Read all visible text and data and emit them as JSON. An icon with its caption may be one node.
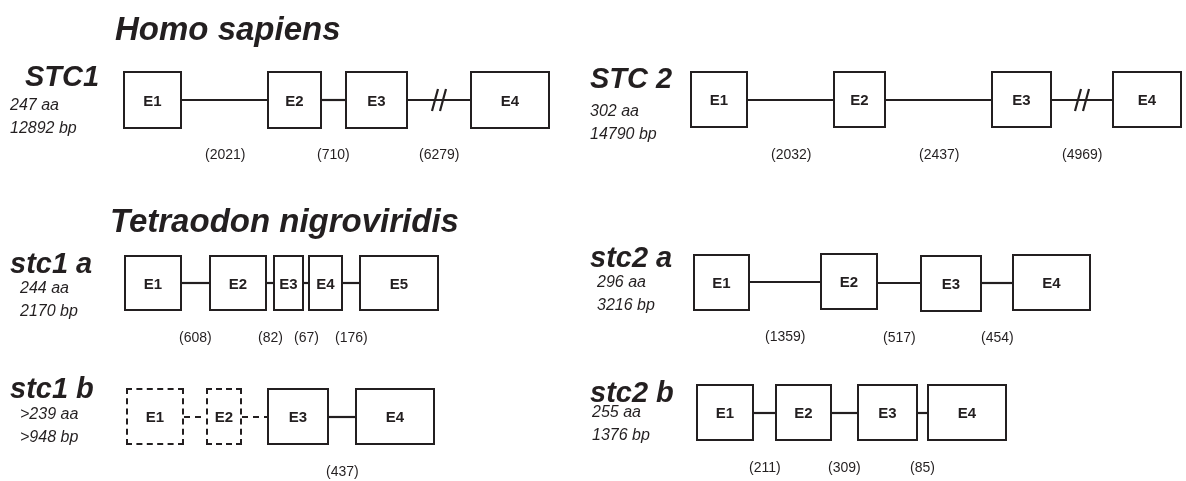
{
  "diagram": {
    "nodes": [
      {
        "text": [
          "E1"
        ]
      },
      {
        "text": [
          "E2"
        ]
      },
      {
        "text": [
          "E3"
        ]
      },
      {
        "text": [
          "E4"
        ]
      },
      {
        "text": [
          "E1"
        ]
      },
      {
        "text": [
          "E2"
        ]
      },
      {
        "text": [
          "E3"
        ]
      },
      {
        "text": [
          "E4"
        ]
      },
      {
        "text": [
          "E1"
        ]
      },
      {
        "text": [
          "E2"
        ]
      },
      {
        "text": [
          "E3"
        ]
      },
      {
        "text": [
          "E4"
        ]
      },
      {
        "text": [
          "E5"
        ]
      },
      {
        "text": [
          "E1"
        ]
      },
      {
        "text": [
          "E2"
        ]
      },
      {
        "text": [
          "E3"
        ]
      },
      {
        "text": [
          "E4"
        ]
      },
      {
        "text": [
          "E1"
        ]
      },
      {
        "text": [
          "E2"
        ]
      },
      {
        "text": [
          "E3"
        ]
      },
      {
        "text": [
          "E4"
        ]
      },
      {
        "text": [
          "E1"
        ]
      },
      {
        "text": [
          "E2"
        ]
      },
      {
        "text": [
          "E3"
        ]
      },
      {
        "text": [
          "E4"
        ]
      }
    ],
    "edges": [
      {
        "from": 0,
        "to": 1,
        "arrow": "none",
        "label": "(2021)"
      },
      {
        "from": 1,
        "to": 2,
        "arrow": "none",
        "label": "(710)"
      },
      {
        "from": 2,
        "to": 3,
        "arrow": "none",
        "label": "(6279)"
      },
      {
        "from": 4,
        "to": 5,
        "arrow": "none",
        "label": "(2032)"
      },
      {
        "from": 5,
        "to": 6,
        "arrow": "none",
        "label": "(2437)"
      },
      {
        "from": 6,
        "to": 7,
        "arrow": "none",
        "label": "(4969)"
      },
      {
        "from": 8,
        "to": 9,
        "arrow": "none",
        "label": "(608)"
      },
      {
        "from": 9,
        "to": 10,
        "arrow": "none",
        "label": "(82)"
      },
      {
        "from": 10,
        "to": 11,
        "arrow": "none",
        "label": "(67)"
      },
      {
        "from": 11,
        "to": 12,
        "arrow": "none",
        "label": "(176)"
      },
      {
        "from": 13,
        "to": 14,
        "arrow": "none",
        "label": "(1359)"
      },
      {
        "from": 14,
        "to": 15,
        "arrow": "none",
        "label": "(517)"
      },
      {
        "from": 15,
        "to": 16,
        "arrow": "none",
        "label": "(454)"
      },
      {
        "from": 17,
        "to": 18,
        "arrow": "none",
        "style": "dashed"
      },
      {
        "from": 18,
        "to": 19,
        "arrow": "none",
        "style": "dashed"
      },
      {
        "from": 19,
        "to": 20,
        "arrow": "none",
        "label": "(437)"
      },
      {
        "from": 21,
        "to": 22,
        "arrow": "none",
        "label": "(211)"
      },
      {
        "from": 22,
        "to": 23,
        "arrow": "none",
        "label": "(309)"
      },
      {
        "from": 23,
        "to": 24,
        "arrow": "none",
        "label": "(85)"
      }
    ],
    "labels": [
      "Homo sapiens",
      "STC1",
      "247 aa",
      "12892 bp",
      "STC 2",
      "302 aa",
      "14790 bp",
      "Tetraodon nigroviridis",
      "stc1 a",
      "244 aa",
      "2170 bp",
      "stc2 a",
      "296 aa",
      "3216 bp",
      "stc1 b",
      ">239 aa",
      ">948 bp",
      "stc2 b",
      "255 aa",
      "1376 bp"
    ]
  }
}
